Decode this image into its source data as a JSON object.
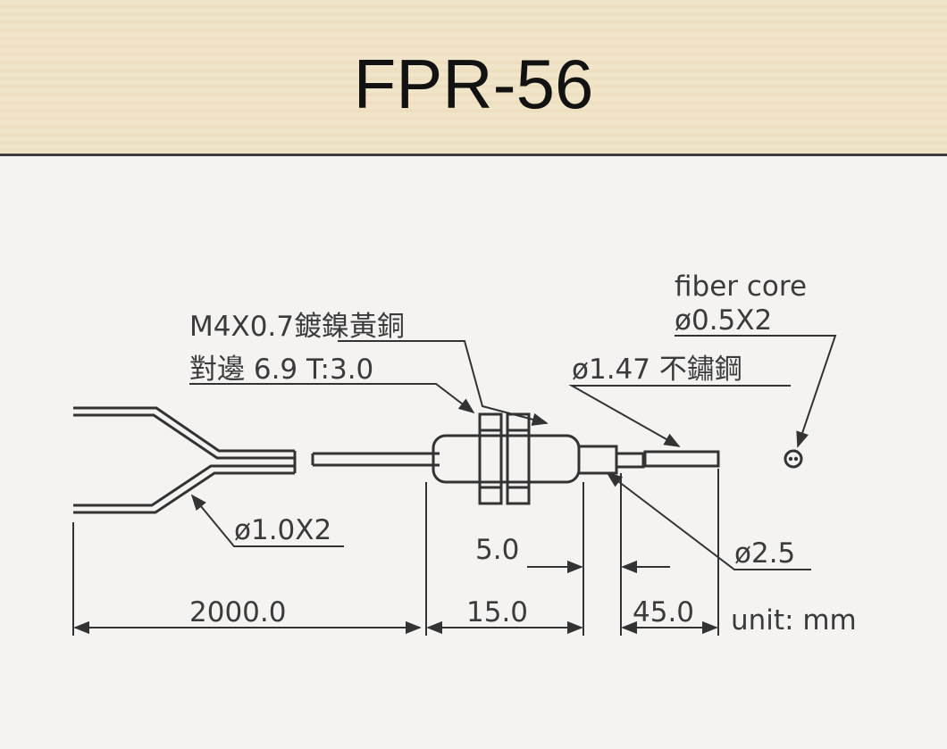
{
  "title": "FPR-56",
  "labels": {
    "fiber_core": "fiber core",
    "core_size": "ø0.5X2",
    "thread_spec": "M4X0.7鍍鎳黃銅",
    "nut_spec": "對邊 6.9  T:3.0",
    "tube_spec": "ø1.47  不鏽鋼",
    "cable_size": "ø1.0X2",
    "body_diameter": "ø2.5",
    "nut_offset": "5.0",
    "cable_length": "2000.0",
    "body_length": "15.0",
    "tube_length": "45.0",
    "unit": "unit: mm"
  }
}
